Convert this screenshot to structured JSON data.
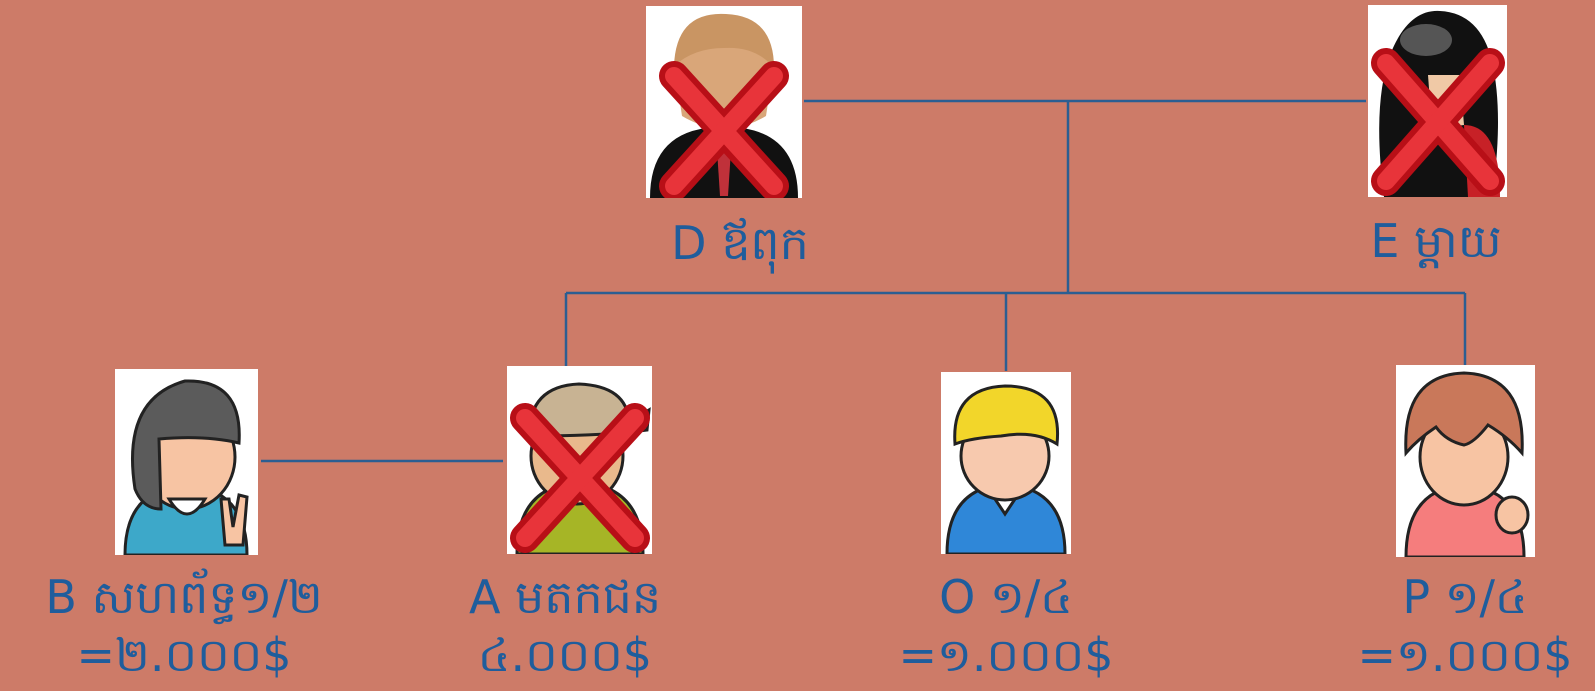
{
  "colors": {
    "background": "#cd7b68",
    "line": "#2b5e92",
    "text": "#1f5d9c",
    "cross": "#d6141c"
  },
  "people": {
    "father": {
      "letter": "D",
      "name": "ឪពុក",
      "deceased": true,
      "icon": "man-in-suit-avatar-icon"
    },
    "mother": {
      "letter": "E",
      "name": "ម្តាយ",
      "deceased": true,
      "icon": "woman-black-hair-avatar-icon"
    },
    "spouse": {
      "letter": "B",
      "name": "សហព័ទ្ធ១/២",
      "share": "=២.០០០$",
      "deceased": false,
      "icon": "woman-peace-sign-avatar-icon"
    },
    "deceased_heir": {
      "letter": "A",
      "name": "មតកជន",
      "share": "៤.០០០$",
      "deceased": true,
      "icon": "boy-cap-avatar-icon"
    },
    "sibling_o": {
      "letter": "O",
      "name": "១/៤",
      "share": "=១.០០០$",
      "deceased": false,
      "icon": "blonde-boy-avatar-icon"
    },
    "sibling_p": {
      "letter": "P",
      "name": "១/៤",
      "share": "=១.០០០$",
      "deceased": false,
      "icon": "girl-thumbs-up-avatar-icon"
    }
  }
}
